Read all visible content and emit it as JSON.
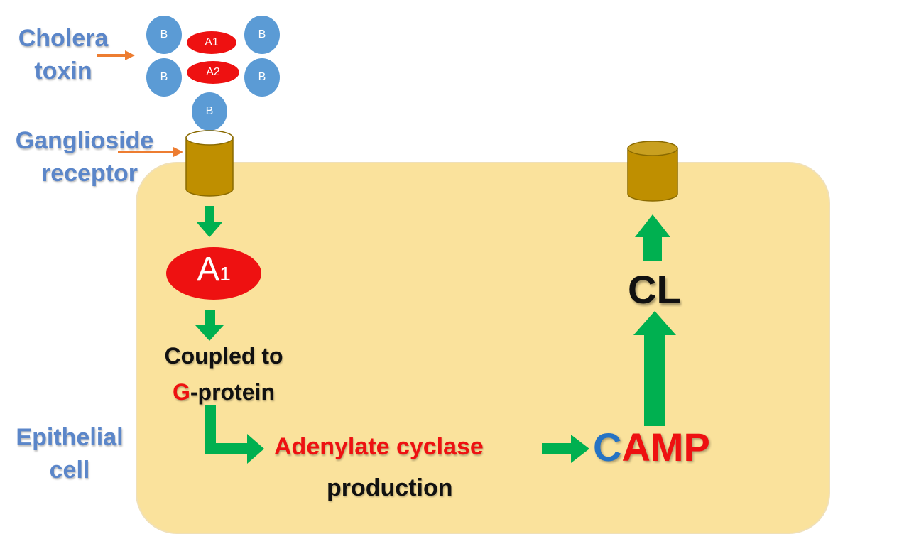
{
  "labels": {
    "cholera_toxin_line1": "Cholera",
    "cholera_toxin_line2": "toxin",
    "ganglioside_line1": "Ganglioside",
    "ganglioside_line2": "receptor",
    "epithelial_line1": "Epithelial",
    "epithelial_line2": "cell"
  },
  "toxin": {
    "b_subunit": "B",
    "a1_subunit": "A1",
    "a2_subunit": "A2"
  },
  "pathway": {
    "a1_main": "A",
    "a1_sub": "1",
    "coupled_line1": "Coupled to",
    "g_letter": "G",
    "g_rest": "-protein",
    "adenylate_cyclase": "Adenylate cyclase",
    "production": "production",
    "camp_c": "C",
    "camp_rest": "AMP",
    "cl": "CL"
  },
  "colors": {
    "cell_fill": "#fae29c",
    "arrow_green": "#00b050",
    "pointer_orange": "#ed7d31",
    "label_blue": "#5b86c9",
    "subunit_blue": "#5b9bd5",
    "subunit_red": "#ee1111",
    "channel_brown": "#bf8f00"
  }
}
